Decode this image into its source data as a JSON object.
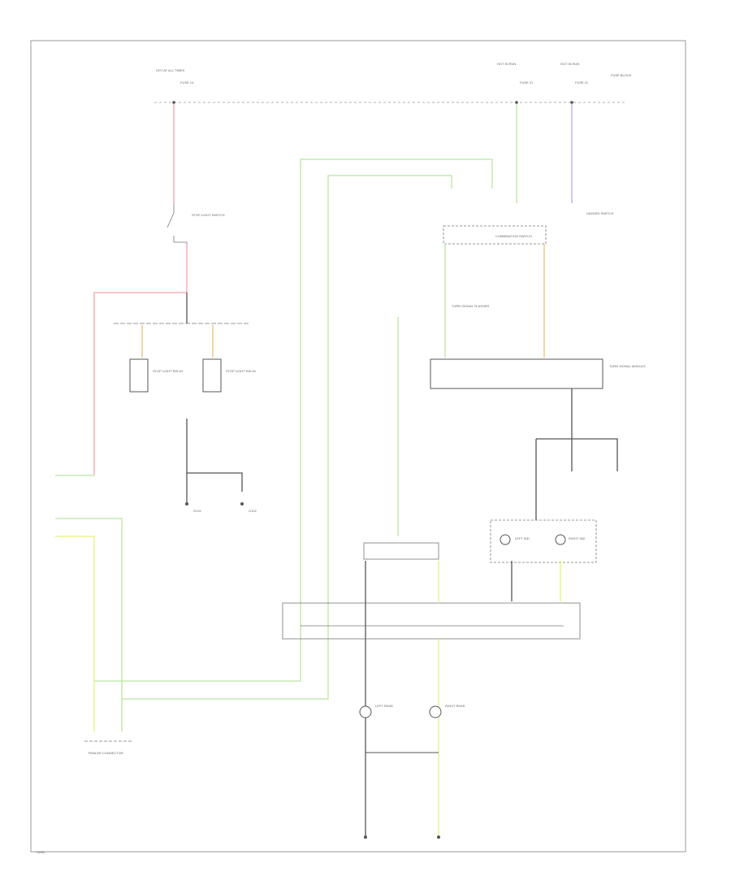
{
  "colors": {
    "red": "#f5a0a8",
    "green": "#b8e8a0",
    "lime": "#e6f07a",
    "blue": "#aab0f0",
    "orange": "#e8c078",
    "black": "#555555",
    "frame": "#888888"
  },
  "labels": {
    "fuse_left_top": "HOT AT ALL TIMES",
    "fuse_left_sub": "FUSE 14",
    "fuse_mid_top": "HOT IN RUN",
    "fuse_mid_sub": "FUSE 21",
    "fuse_right_top": "HOT IN RUN",
    "fuse_right_sub": "FUSE 11",
    "fuse_box_right": "FUSE BLOCK",
    "stop_switch": "STOP LIGHT SWITCH",
    "relay_left": "STOP LIGHT RELAY",
    "relay_right": "STOP LIGHT RELAY",
    "ground_a": "G101",
    "ground_b": "G102",
    "combination_switch": "COMBINATION SWITCH",
    "hazard_switch": "HAZARD SWITCH",
    "turn_signal_module": "TURN SIGNAL FLASHER",
    "main_module": "TURN SIGNAL MODULE",
    "indicator_left": "LEFT IND",
    "indicator_right": "RIGHT IND",
    "rear_light_left": "LEFT REAR",
    "rear_light_right": "RIGHT REAR",
    "lower_left_connector": "TRAILER CONNECTOR",
    "footer": "TURN"
  }
}
